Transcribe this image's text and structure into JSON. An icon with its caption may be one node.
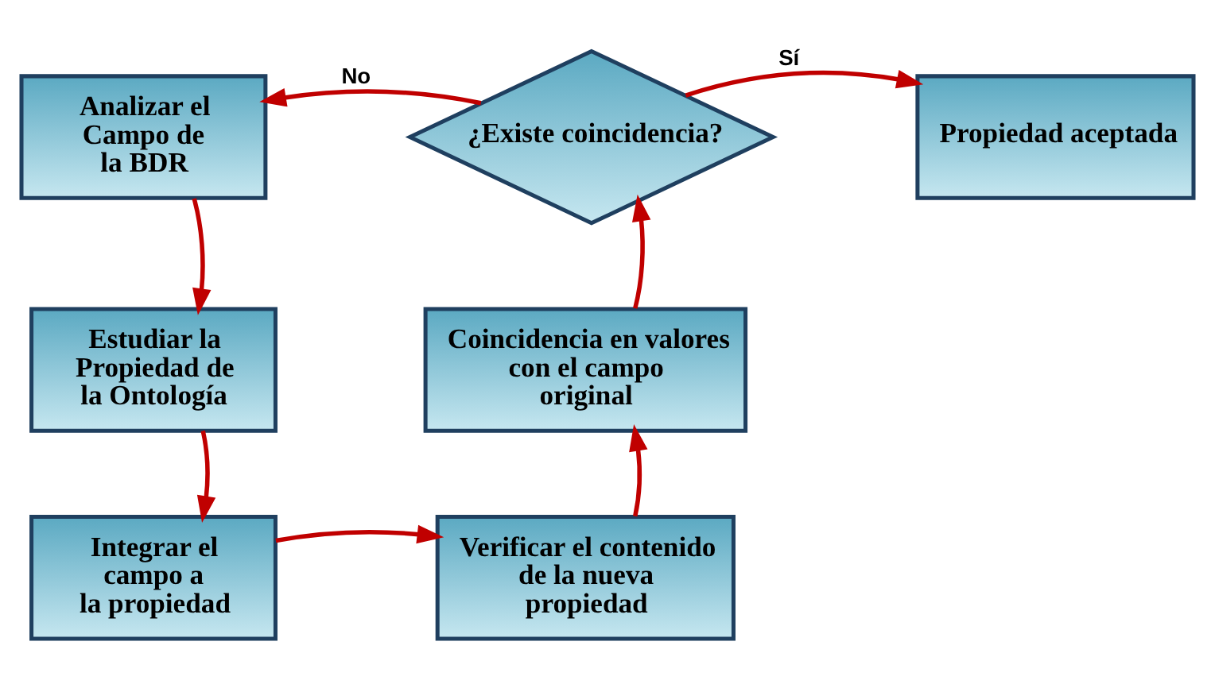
{
  "diagram": {
    "nodes": [
      {
        "text": [
          "Analizar el Campo de la BDR"
        ]
      },
      {
        "text": [
          "¿Existe coincidencia?"
        ]
      },
      {
        "text": [
          "Propiedad aceptada"
        ]
      },
      {
        "text": [
          "Estudiar la Propiedad de la Ontología"
        ]
      },
      {
        "text": [
          "Coincidencia en valores con el campo original"
        ]
      },
      {
        "text": [
          "Integrar el campo a la propiedad"
        ]
      },
      {
        "text": [
          "Verificar el contenido de la nueva propiedad"
        ]
      }
    ],
    "edges": [
      {
        "from": 1,
        "to": 0,
        "arrow": "to",
        "label": "No"
      },
      {
        "from": 1,
        "to": 2,
        "arrow": "to",
        "label": "Sí"
      },
      {
        "from": 0,
        "to": 3,
        "arrow": "to"
      },
      {
        "from": 3,
        "to": 5,
        "arrow": "to"
      },
      {
        "from": 5,
        "to": 6,
        "arrow": "to"
      },
      {
        "from": 6,
        "to": 4,
        "arrow": "to"
      },
      {
        "from": 4,
        "to": 1,
        "arrow": "to"
      }
    ]
  }
}
